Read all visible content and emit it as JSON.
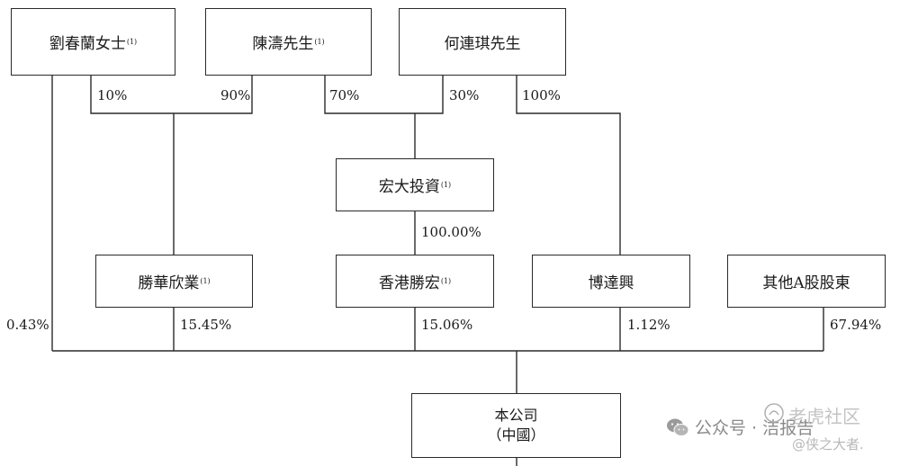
{
  "boxes": {
    "liu": {
      "name": "劉春蘭女士",
      "note": "(1)"
    },
    "chen": {
      "name": "陳濤先生",
      "note": "(1)"
    },
    "he": {
      "name": "何連琪先生"
    },
    "hongda": {
      "name": "宏大投資",
      "note": "(1)"
    },
    "shenghua": {
      "name": "勝華欣業",
      "note": "(1)"
    },
    "hksh": {
      "name": "香港勝宏",
      "note": "(1)"
    },
    "bodaxing": {
      "name": "博達興"
    },
    "others": {
      "name": "其他A股股東"
    },
    "company": {
      "line1": "本公司",
      "line2": "（中國）"
    }
  },
  "percentages": {
    "liu_to_shenghua": "10%",
    "chen_to_shenghua": "90%",
    "chen_to_hongda": "70%",
    "he_to_hongda": "30%",
    "he_to_bodaxing": "100%",
    "hongda_to_hksh": "100.00%",
    "liu_to_company": "0.43%",
    "shenghua_to_company": "15.45%",
    "hksh_to_company": "15.06%",
    "bodaxing_to_company": "1.12%",
    "others_to_company": "67.94%"
  },
  "watermark": {
    "account": "公众号 · 洁报告",
    "community": "老虎社区",
    "author": "@侠之大者."
  }
}
